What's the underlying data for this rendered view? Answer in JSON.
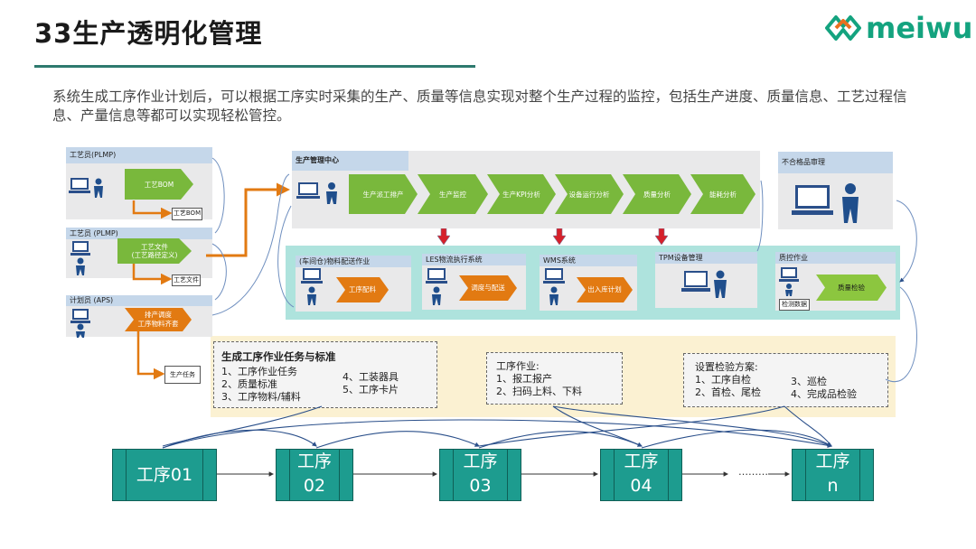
{
  "header": {
    "title": "33生产透明化管理",
    "logo_text": "meiwu"
  },
  "intro": "系统生成工序作业计划后，可以根据工序实时采集的生产、质量等信息实现对整个生产过程的监控，包括生产进度、质量信息、工艺过程信息、产量信息等都可以实现轻松管控。",
  "left_column": {
    "panel1": {
      "head": "工艺员(PLMP)",
      "chevron": "工艺BOM",
      "out_box": "工艺BOM"
    },
    "panel2": {
      "head": "工艺员 (PLMP)",
      "chevron_line1": "工艺文件",
      "chevron_line2": "(工艺路径定义)",
      "out_box": "工艺文件"
    },
    "panel3": {
      "head": "计划员 (APS)",
      "chevron_line1": "排产调度",
      "chevron_line2": "工序物料齐套",
      "out_box": "生产任务"
    }
  },
  "production_center": {
    "head": "生产管理中心",
    "steps": [
      "生产派工排产",
      "生产监控",
      "生产KPI分析",
      "设备运行分析",
      "质量分析",
      "能耗分析"
    ]
  },
  "nonconform": {
    "head": "不合格品审理"
  },
  "subsystems": [
    {
      "head": "(车间仓)物料配送作业",
      "chevron": "工序配料"
    },
    {
      "head": "LES物流执行系统",
      "chevron": "调度与配送"
    },
    {
      "head": "WMS系统",
      "chevron": "出入库计划"
    },
    {
      "head": "TPM设备管理",
      "chevron": ""
    },
    {
      "head": "质控作业",
      "chevron": "质量检验",
      "box": "检测数据"
    }
  ],
  "tasks_box": {
    "title": "生成工序作业任务与标准",
    "items_left": [
      "1、工序作业任务",
      "2、质量标准",
      "3、工序物料/辅料"
    ],
    "items_right": [
      "4、工装器具",
      "5、工序卡片"
    ]
  },
  "operation_box": {
    "title": "工序作业:",
    "items": [
      "1、报工报产",
      "2、扫码上料、下料"
    ]
  },
  "inspection_box": {
    "title": "设置检验方案:",
    "items_left": [
      "1、工序自检",
      "2、首检、尾检"
    ],
    "items_right": [
      "3、巡检",
      "4、完成品检验"
    ]
  },
  "processes": [
    {
      "line1": "工序01",
      "line2": ""
    },
    {
      "line1": "工序",
      "line2": "02"
    },
    {
      "line1": "工序",
      "line2": "03"
    },
    {
      "line1": "工序",
      "line2": "04"
    },
    {
      "line1": "工序",
      "line2": "n"
    }
  ],
  "ellipsis": "………",
  "colors": {
    "teal": "#1d9c8f",
    "orange": "#e27a12",
    "green": "#79b83c",
    "panel_blue": "#c5d7ea",
    "aqua_band": "#aee3dd",
    "yellow_band": "#fbf1d2"
  }
}
